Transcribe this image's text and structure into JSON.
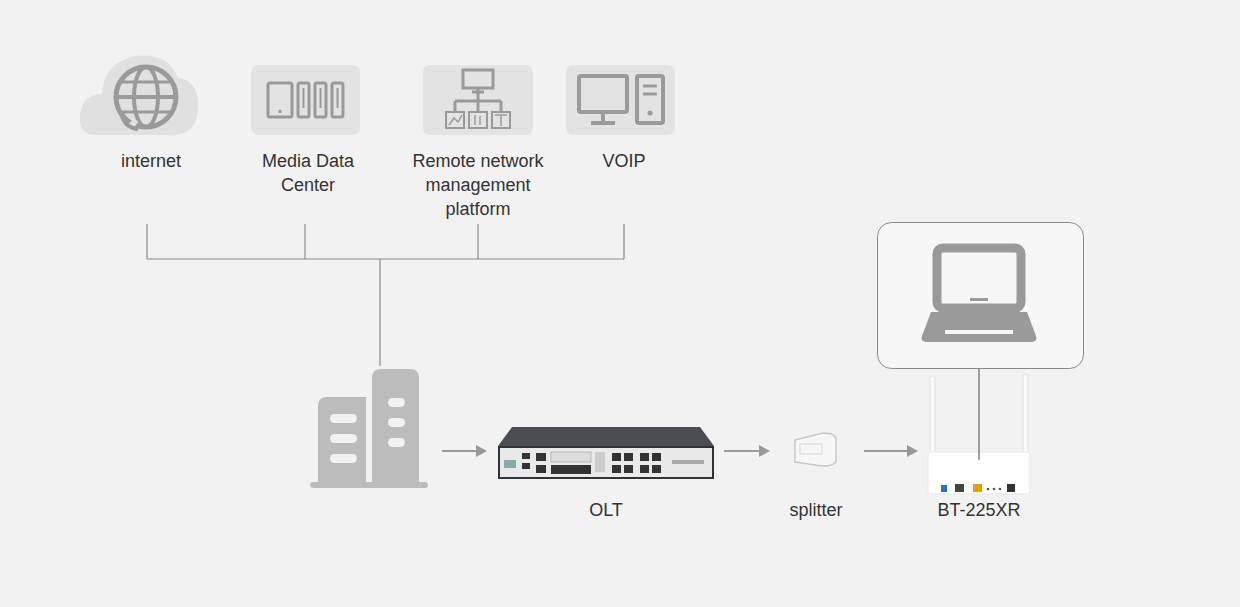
{
  "diagram": {
    "nodes": [
      {
        "text": [
          "internet"
        ]
      },
      {
        "text": [
          "Media Data Center"
        ]
      },
      {
        "text": [
          "Remote network management platform"
        ]
      },
      {
        "text": [
          "VOIP"
        ]
      },
      {
        "text": [
          "OLT"
        ]
      },
      {
        "text": [
          "splitter"
        ]
      },
      {
        "text": [
          "BT-225XR"
        ]
      }
    ],
    "edges": [
      {
        "from": 4,
        "to": 5,
        "arrow": "to"
      },
      {
        "from": 5,
        "to": 6,
        "arrow": "to"
      }
    ]
  }
}
